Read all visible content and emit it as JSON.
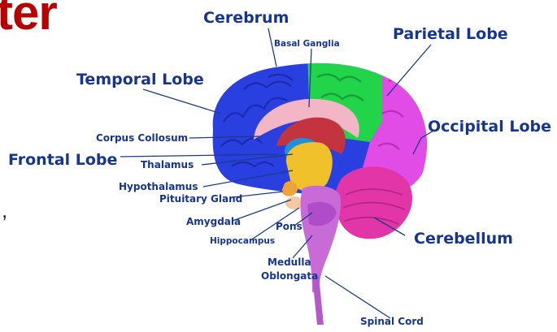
{
  "heading": "ter",
  "stray_mark": ",",
  "colors": {
    "heading": "#b80000",
    "label": "#16358f",
    "frontal_temporal": "#2a3fe0",
    "parietal": "#22d44a",
    "occipital": "#e24ce6",
    "cerebellum": "#e235a8",
    "brainstem": "#c86bd6"
  },
  "labels": {
    "cerebrum": "Cerebrum",
    "basal_ganglia": "Basal Ganglia",
    "parietal_lobe": "Parietal Lobe",
    "temporal_lobe": "Temporal Lobe",
    "occipital_lobe": "Occipital Lobe",
    "corpus_collosum": "Corpus Collosum",
    "frontal_lobe": "Frontal Lobe",
    "thalamus": "Thalamus",
    "hypothalamus": "Hypothalamus",
    "pituitary_gland": "Pituitary Gland",
    "amygdala": "Amygdala",
    "pons": "Pons",
    "hippocampus": "Hippocampus",
    "cerebellum": "Cerebellum",
    "medulla_oblongata_line1": "Medulla",
    "medulla_oblongata_line2": "Oblongata",
    "spinal_cord": "Spinal Cord"
  }
}
